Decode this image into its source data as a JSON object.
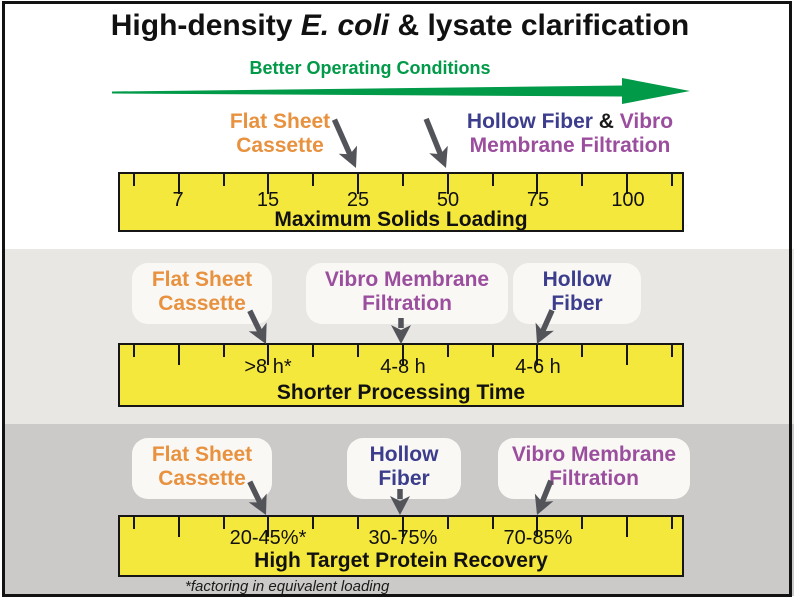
{
  "title": {
    "prefix": "High-density ",
    "species": "E. coli",
    "suffix": " & lysate clarification"
  },
  "better_conditions": {
    "label": "Better Operating Conditions"
  },
  "sections": [
    {
      "id": "max-solids-loading",
      "callouts": {
        "flat_sheet": {
          "line1": "Flat Sheet",
          "line2": "Cassette"
        },
        "hollow_vibro": {
          "hollow": "Hollow Fiber",
          "amp": " & ",
          "vibro": "Vibro",
          "line2": "Membrane Filtration"
        }
      },
      "scale": {
        "ticks": [
          "7",
          "15",
          "25",
          "50",
          "75",
          "100"
        ],
        "title": "Maximum Solids Loading"
      }
    },
    {
      "id": "processing-time",
      "callouts": {
        "flat_sheet": {
          "line1": "Flat Sheet",
          "line2": "Cassette"
        },
        "vibro": {
          "line1": "Vibro Membrane",
          "line2": "Filtration"
        },
        "hollow": {
          "line1": "Hollow",
          "line2": "Fiber"
        }
      },
      "scale": {
        "values": [
          ">8 h*",
          "4-8 h",
          "4-6 h"
        ],
        "title": "Shorter Processing Time"
      }
    },
    {
      "id": "protein-recovery",
      "callouts": {
        "flat_sheet": {
          "line1": "Flat Sheet",
          "line2": "Cassette"
        },
        "hollow": {
          "line1": "Hollow",
          "line2": "Fiber"
        },
        "vibro": {
          "line1": "Vibro Membrane",
          "line2": "Filtration"
        }
      },
      "scale": {
        "values": [
          "20-45%*",
          "30-75%",
          "70-85%"
        ],
        "title": "High Target Protein Recovery"
      }
    }
  ],
  "footnote": "*factoring in equivalent loading",
  "colors": {
    "flat_sheet_cassette": "#e8913e",
    "hollow_fiber": "#3c3d8c",
    "vibro_membrane": "#9b4e9d",
    "conditions_green": "#009a48",
    "ruler_yellow": "#f5e83d",
    "pointer_gray": "#53535a"
  }
}
